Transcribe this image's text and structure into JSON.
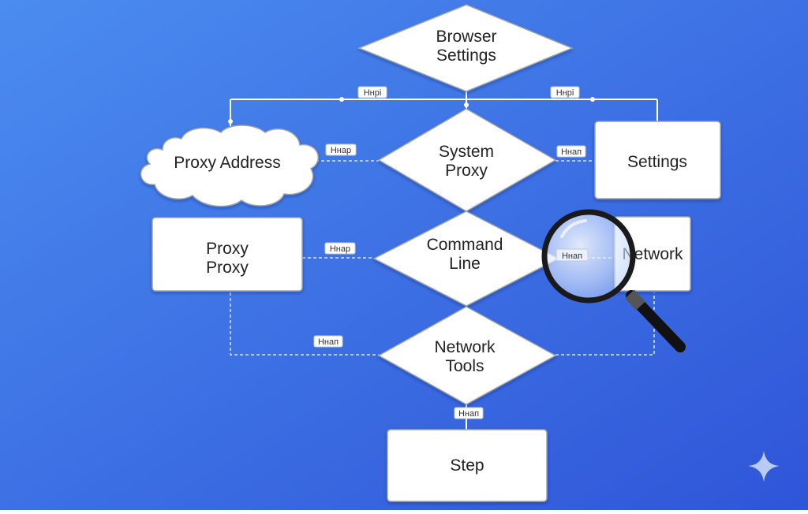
{
  "diagram": {
    "background": {
      "from": "#4b8cf0",
      "to": "#2f55d8"
    },
    "nodes": {
      "browser_settings": {
        "shape": "diamond",
        "lines": [
          "Browser",
          "Settings"
        ]
      },
      "system_proxy": {
        "shape": "diamond",
        "lines": [
          "System",
          "Proxy"
        ]
      },
      "command_line": {
        "shape": "diamond",
        "lines": [
          "Command",
          "Line"
        ]
      },
      "network_tools": {
        "shape": "diamond",
        "lines": [
          "Network",
          "Tools"
        ]
      },
      "proxy_address": {
        "shape": "cloud",
        "lines": [
          "Proxy Address"
        ]
      },
      "settings": {
        "shape": "box",
        "lines": [
          "Settings"
        ]
      },
      "proxy_proxy": {
        "shape": "box",
        "lines": [
          "Proxy",
          "Proxy"
        ]
      },
      "network": {
        "shape": "box",
        "lines": [
          "Network"
        ]
      },
      "step": {
        "shape": "box",
        "lines": [
          "Step"
        ]
      }
    },
    "edge_labels": {
      "top_left": "Ннрі",
      "top_right": "Ннрі",
      "cloud_link": "Ннар",
      "settings_link": "Ннап",
      "proxy_link": "Ннар",
      "network_link": "Ннап",
      "bottom_left": "Ннап",
      "step_link": "Ннап"
    },
    "icons": {
      "magnifier": "magnifier-icon",
      "sparkle": "sparkle-icon"
    },
    "colors": {
      "node_fill": "#ffffff",
      "node_stroke": "#9aa3ad",
      "connector": "#ffffff",
      "dashed_connector": "#dfe6f3",
      "magnifier_rim": "#1a1a1a",
      "sparkle": "#c8d7f7"
    }
  }
}
